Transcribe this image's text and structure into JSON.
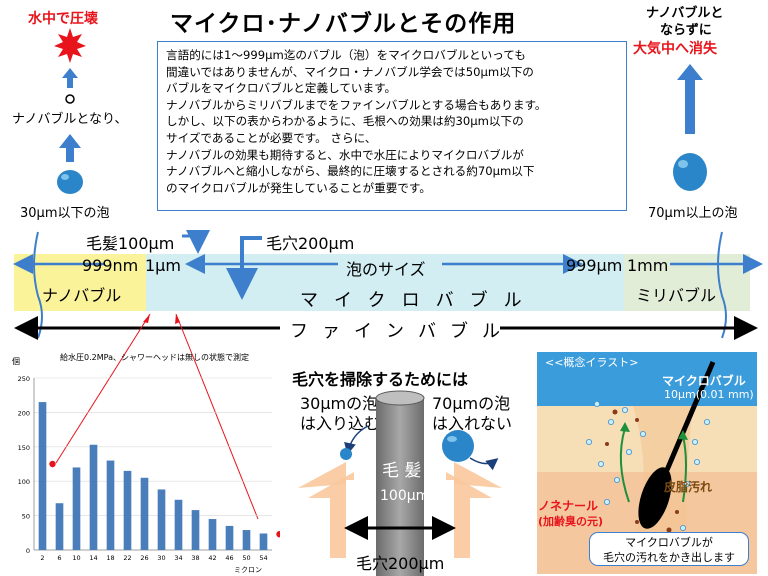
{
  "title": "マイクロ･ナノバブルとその作用",
  "left_col": {
    "collapse": "水中で圧壊",
    "nano_became": "ナノバブルとなり、",
    "under30": "30μm以下の泡"
  },
  "right_col": {
    "nano_line1": "ナノバブルと",
    "nano_line2": "ならずに",
    "vanish": "大気中へ消失",
    "over70": "70μm以上の泡"
  },
  "note_lines": [
    "言語的には1～999μm迄のバブル（泡）をマイクロバブルといっても",
    "間違いではありませんが、マイクロ・ナノバブル学会では50μm以下の",
    "バブルをマイクロバブルと定義しています。",
    "ナノバブルからミリバブルまでをファインバブルとする場合もあります。",
    "しかし、以下の表からわかるように、毛根への効果は約30μm以下の",
    "サイズであることが必要です。 さらに、",
    "ナノバブルの効果も期待すると、水中で水圧によりマイクロバブルが",
    "ナノバブルへと縮小しながら、最終的に圧壊するとされる約70μm以下",
    "のマイクロバブルが発生していることが重要です。"
  ],
  "scale": {
    "hair": "毛髪100μm",
    "pore": "毛穴200μm",
    "nm999": "999nm",
    "um1": "1μm",
    "size": "泡のサイズ",
    "um999": "999μm",
    "mm1": "1mm",
    "nano": "ナノバブル",
    "micro": "マイクロバブル",
    "milli": "ミリバブル",
    "fine": "ファインバブル"
  },
  "chart_data": {
    "type": "bar",
    "title": "給水圧0.2MPa、シャワーヘッドは無しの状態で測定",
    "ylabel": "個",
    "xlabel": "ミクロン",
    "categories": [
      "2",
      "6",
      "10",
      "14",
      "18",
      "22",
      "26",
      "30",
      "34",
      "38",
      "42",
      "46",
      "50",
      "54"
    ],
    "values": [
      215,
      68,
      120,
      153,
      130,
      115,
      105,
      88,
      73,
      58,
      45,
      35,
      29,
      24
    ],
    "ylim": [
      0,
      250
    ],
    "yticks": [
      "0",
      "50",
      "100",
      "150",
      "200",
      "250"
    ],
    "bar_color": "#4a7ebb",
    "marker_color": "#e8141c"
  },
  "pore_diagram": {
    "title": "毛穴を掃除するためには",
    "small_line1": "30μmの泡",
    "small_line2": "は入り込む",
    "big_line1": "70μmの泡",
    "big_line2": "は入れない",
    "hair_label": "毛 髪",
    "hair_size": "100μm",
    "pore_label": "毛穴200μm"
  },
  "illustration": {
    "header": "<<概念イラスト>",
    "micro_label": "マイクロバブル",
    "micro_size": "10μm(0.01 mm)",
    "sebum": "皮脂汚れ",
    "nonenal_line1": "ノネナール",
    "nonenal_line2": "(加齢臭の元)",
    "callout_line1": "マイクロバブルが",
    "callout_line2": "毛穴の汚れをかき出します"
  },
  "colors": {
    "accent_blue": "#3d7fcc",
    "alert_red": "#e8141c",
    "nano_band": "#fbf39a",
    "micro_band": "#d2eef2",
    "milli_band": "#e2edd8"
  }
}
